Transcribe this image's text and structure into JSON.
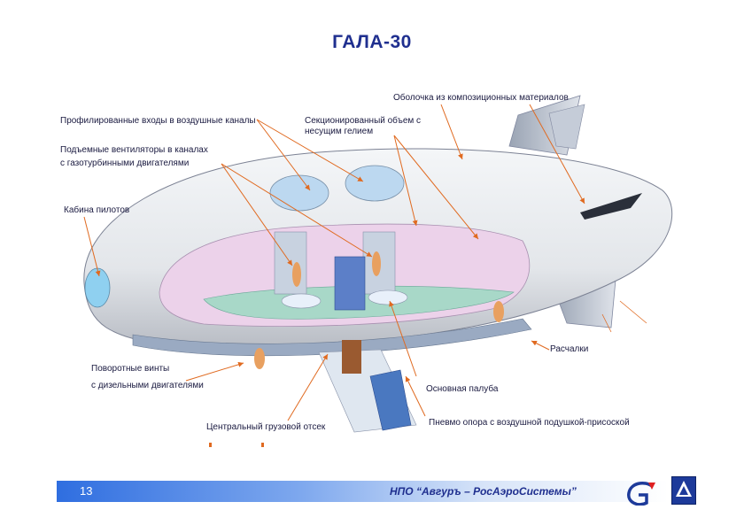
{
  "title": "ГАЛА-30",
  "labels": {
    "shell": "Оболочка из композиционных материалов",
    "profiled_inlets": "Профилированные входы в воздушные каналы",
    "lift_fans_1": "Подъемные вентиляторы в каналах",
    "lift_fans_2": "с газотурбинными двигателями",
    "helium_1": "Секционированный объем с",
    "helium_2": "несущим гелием",
    "cockpit": "Кабина пилотов",
    "rotary_props_1": "Поворотные винты",
    "rotary_props_2": "с дизельными двигателями",
    "guy_wires": "Расчалки",
    "main_deck": "Основная палуба",
    "cargo_bay": "Центральный грузовой отсек",
    "air_cushion": "Пневмо опора с воздушной подушкой-присоской"
  },
  "footer": {
    "page": "13",
    "organization": "НПО “Авгуръ – РосАэроСистемы”"
  },
  "colors": {
    "title": "#1f2f8f",
    "arrows": "#e06a20",
    "hull": "#eef0f4",
    "interior": "#e8c8e6",
    "deck": "#a8d8c8",
    "footer_bar": "#2f6ee0"
  },
  "icons": {
    "logo_letter": "G",
    "emblem": "avgur-emblem"
  }
}
